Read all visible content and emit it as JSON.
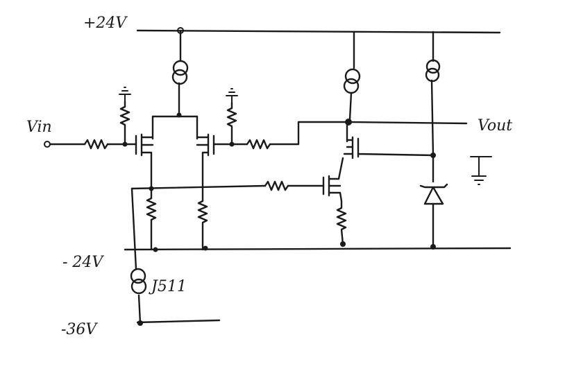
{
  "labels": {
    "pos_rail": "+24V",
    "neg_rail": "- 24V",
    "neg36_rail": "-36V",
    "vin": "Vin",
    "vout": "Vout",
    "jfet": "J511"
  }
}
